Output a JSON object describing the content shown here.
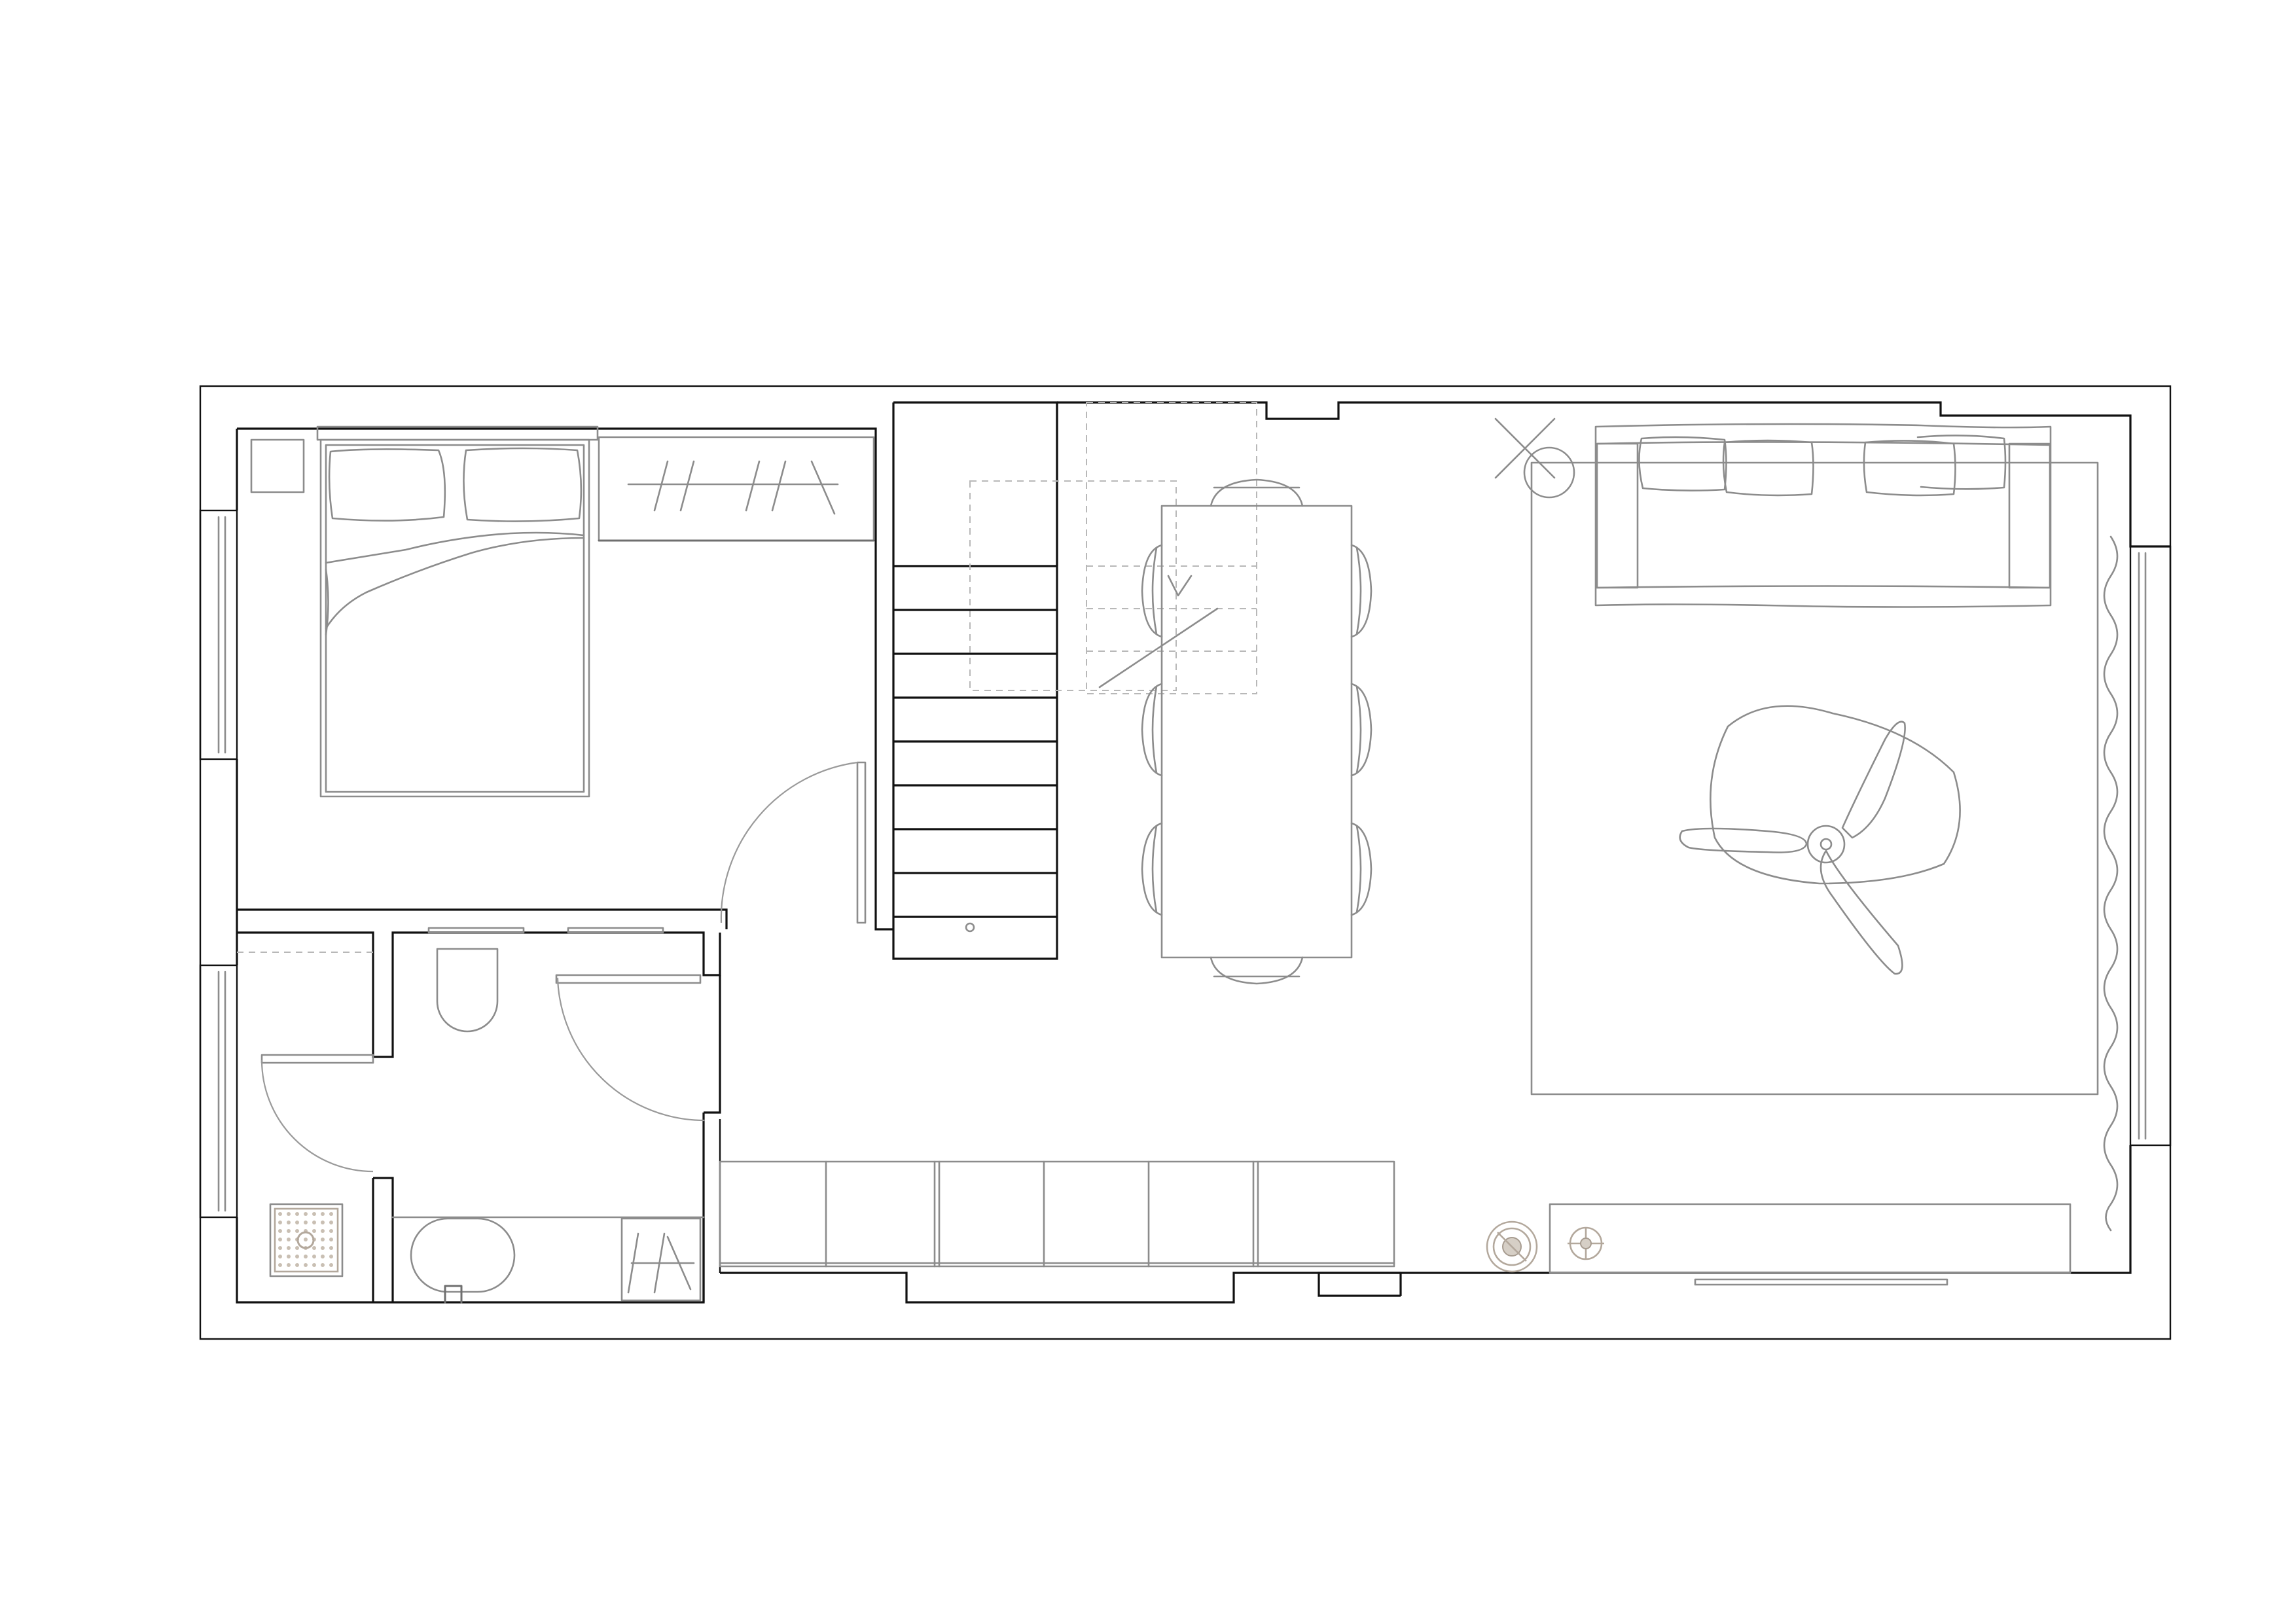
{
  "drawing": {
    "type": "floor plan",
    "rooms": [
      "bedroom",
      "bathroom",
      "staircase",
      "dining",
      "living",
      "hall"
    ],
    "colors": {
      "walls": "#111111",
      "furniture": "#8c8c8c",
      "fixtures": "#b3a89c",
      "hidden_lines": "#b8b8b8"
    },
    "symbols": [
      "double-bed-icon",
      "nightstand-icon",
      "wardrobe-icon",
      "toilet-icon",
      "shower-tray-icon",
      "bathtub-icon",
      "staircase-icon",
      "dining-table-icon",
      "dining-chair-icon",
      "sofa-icon",
      "armchair-icon",
      "rug-icon",
      "floor-lamp-icon",
      "speaker-icon",
      "curtain-icon",
      "kitchen-counter-icon",
      "tv-cabinet-icon",
      "door-swing-icon"
    ]
  }
}
